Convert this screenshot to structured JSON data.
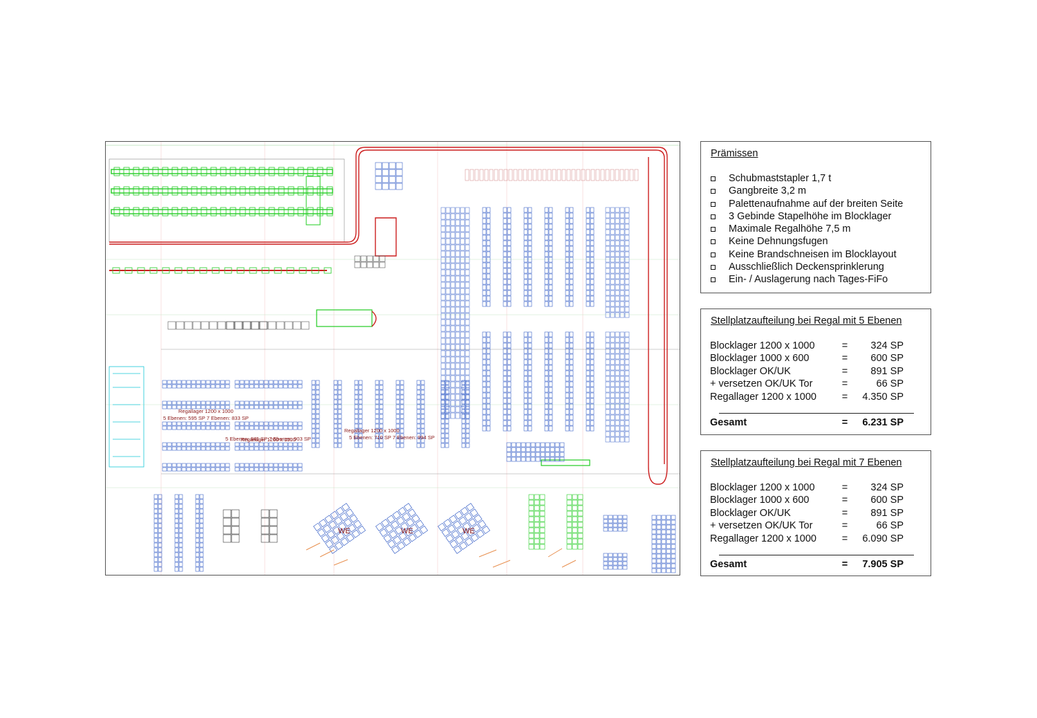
{
  "plan": {
    "labels": {
      "regal_a_title": "Regallager 1200 x 1000",
      "regal_a_info": "5 Ebenen: 595 SP  7 Ebenen: 833 SP",
      "regal_b_title": "Regallager 1200 x 1000",
      "regal_b_info": "5 Ebenen: 645 SP  7 Ebenen: 903 SP",
      "regal_c_title": "Regallager 1200 x 1000",
      "regal_c_info": "5 Ebenen: 710 SP  7 Ebenen: 994 SP",
      "we_1": "WE",
      "we_2": "WE",
      "we_3": "WE"
    },
    "colors": {
      "rack_blue": "#3b63c8",
      "conveyor_green": "#22cc22",
      "route_red": "#cc1f1f",
      "cyan": "#18c8d8",
      "grid_green": "#8fd08f",
      "orange": "#e89050"
    }
  },
  "premises": {
    "title": "Prämissen",
    "items": [
      "Schubmaststapler 1,7 t",
      "Gangbreite 3,2 m",
      "Palettenaufnahme auf der breiten Seite",
      "3 Gebinde Stapelhöhe im Blocklager",
      "Maximale Regalhöhe 7,5 m",
      "Keine Dehnungsfugen",
      "Keine Brandschneisen im Blocklayout",
      "Ausschließlich Deckensprinklerung",
      "Ein- / Auslagerung nach Tages-FiFo"
    ]
  },
  "alloc5": {
    "title": "Stellplatzaufteilung bei Regal mit 5 Ebenen",
    "rows": [
      {
        "name": "Blocklager 1200 x 1000",
        "eq": "=",
        "value": "324 SP"
      },
      {
        "name": "Blocklager 1000 x 600",
        "eq": "=",
        "value": "600 SP"
      },
      {
        "name": "Blocklager OK/UK",
        "eq": "=",
        "value": "891 SP"
      },
      {
        "name": "+ versetzen OK/UK Tor",
        "eq": "=",
        "value": "66 SP"
      },
      {
        "name": "Regallager 1200 x 1000",
        "eq": "=",
        "value": "4.350 SP"
      }
    ],
    "total": {
      "name": "Gesamt",
      "eq": "=",
      "value": "6.231 SP"
    }
  },
  "alloc7": {
    "title": "Stellplatzaufteilung bei Regal mit 7 Ebenen",
    "rows": [
      {
        "name": "Blocklager 1200 x 1000",
        "eq": "=",
        "value": "324 SP"
      },
      {
        "name": "Blocklager 1000 x 600",
        "eq": "=",
        "value": "600 SP"
      },
      {
        "name": "Blocklager OK/UK",
        "eq": "=",
        "value": "891 SP"
      },
      {
        "name": "+ versetzen OK/UK Tor",
        "eq": "=",
        "value": "66 SP"
      },
      {
        "name": "Regallager 1200 x 1000",
        "eq": "=",
        "value": "6.090 SP"
      }
    ],
    "total": {
      "name": "Gesamt",
      "eq": "=",
      "value": "7.905 SP"
    }
  }
}
